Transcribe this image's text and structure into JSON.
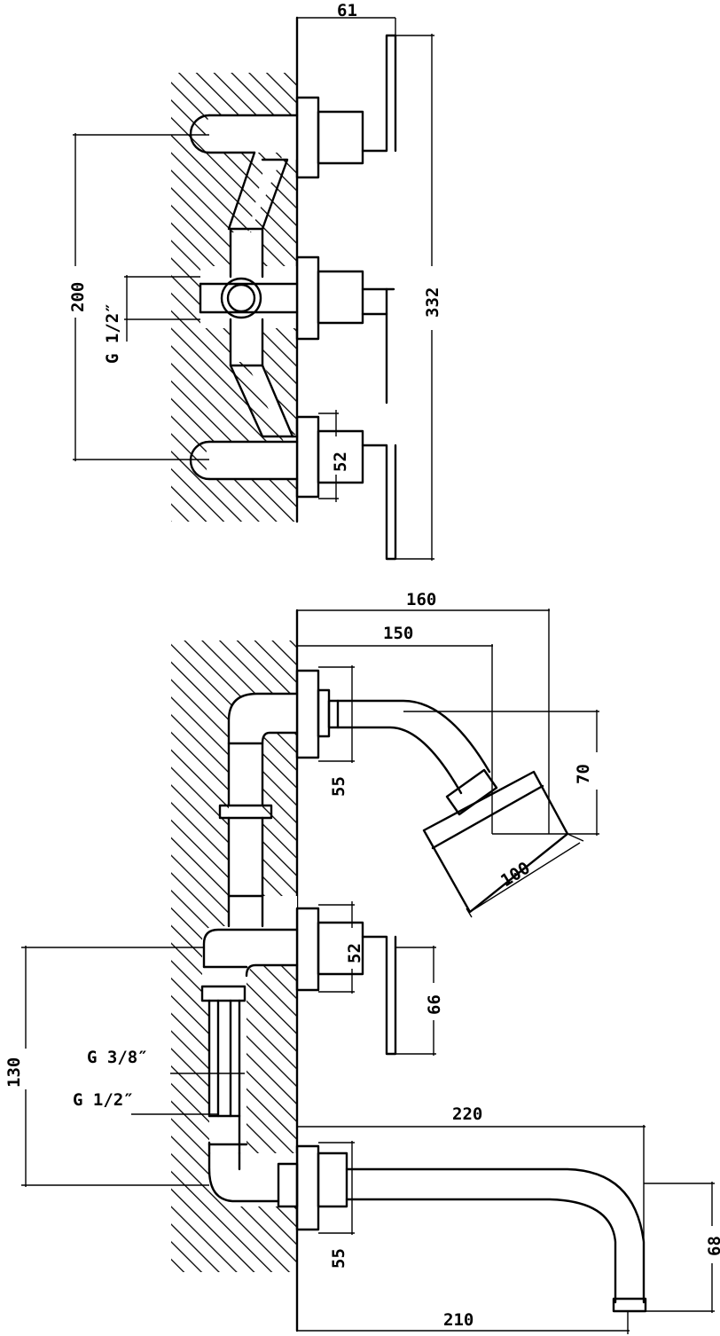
{
  "top_view": {
    "dims": {
      "depth_top": "61",
      "total_height": "332",
      "inlet_spacing": "200",
      "thread_inlet": "G 1/2″",
      "rosette": "52"
    }
  },
  "bottom_view": {
    "dims": {
      "shower_reach": "160",
      "shower_inner": "150",
      "shower_height": "70",
      "head_width": "100",
      "rosette_top": "55",
      "rosette_mid": "52",
      "lever_drop": "66",
      "wall_height": "130",
      "thread_a": "G 3/8″",
      "thread_b": "G 1/2″",
      "spout_reach": "220",
      "spout_projection": "210",
      "spout_height": "68",
      "rosette_bottom": "55"
    }
  }
}
